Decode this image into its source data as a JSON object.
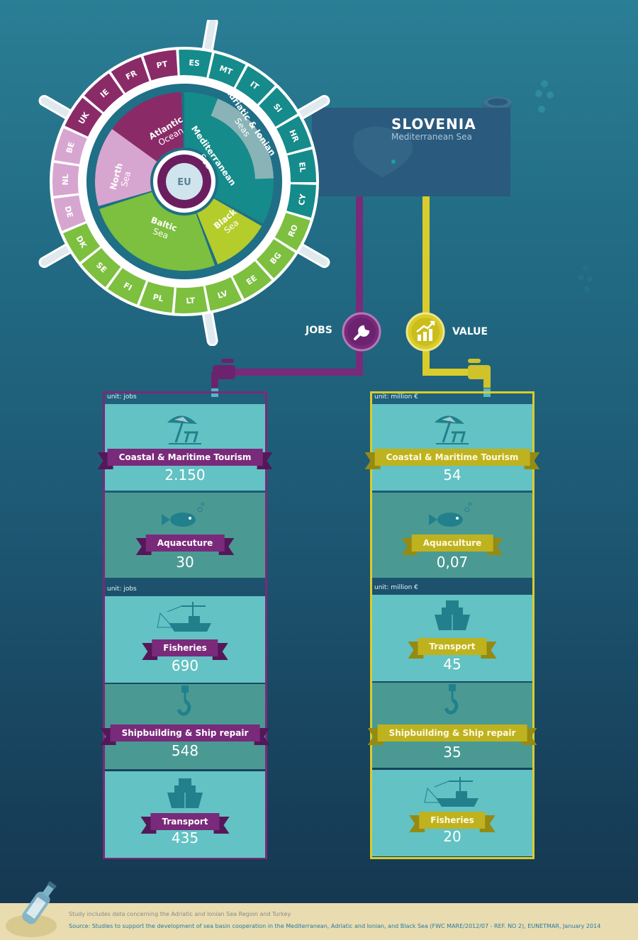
{
  "country": {
    "name": "SLOVENIA",
    "sea": "Mediterranean Sea"
  },
  "wheel": {
    "center": "EU",
    "basins": {
      "atlantic": {
        "bold": "Atlantic",
        "light": "Ocean"
      },
      "north": {
        "bold": "North",
        "light": "Sea"
      },
      "baltic": {
        "bold": "Baltic",
        "light": "Sea"
      },
      "black": {
        "bold": "Black",
        "light": "Sea"
      },
      "mediterranean": {
        "bold": "Mediterranean",
        "light": "Sea"
      },
      "adriatic": {
        "bold": "Adriatic & Ionian",
        "light": "Seas"
      }
    },
    "countries": [
      "ES",
      "MT",
      "IT",
      "SI",
      "HR",
      "EL",
      "CY",
      "RO",
      "BG",
      "EE",
      "LV",
      "LT",
      "PL",
      "FI",
      "SE",
      "DK",
      "DE",
      "NL",
      "BE",
      "UK",
      "IE",
      "FR",
      "PT"
    ],
    "colors": {
      "atlantic": "#8a2b68",
      "north": "#d7a6d0",
      "baltic": "#7dbf3f",
      "black": "#b4cd2b",
      "mediterranean": "#158b8b",
      "adriatic": "#89b3b6"
    }
  },
  "jobs": {
    "label": "JOBS",
    "unit1": "unit: jobs",
    "unit2": "unit: jobs",
    "items": [
      {
        "name": "Coastal & Maritime Tourism",
        "value": "2.150",
        "icon": "beach-umbrella-icon"
      },
      {
        "name": "Aquacuture",
        "value": "30",
        "icon": "fish-icon"
      },
      {
        "name": "Fisheries",
        "value": "690",
        "icon": "fishing-boat-icon"
      },
      {
        "name": "Shipbuilding & Ship repair",
        "value": "548",
        "icon": "crane-hook-icon"
      },
      {
        "name": "Transport",
        "value": "435",
        "icon": "cargo-ship-icon"
      }
    ]
  },
  "value": {
    "label": "VALUE",
    "unit1": "unit: million €",
    "unit2": "unit: million €",
    "items": [
      {
        "name": "Coastal & Maritime Tourism",
        "value": "54",
        "icon": "beach-umbrella-icon"
      },
      {
        "name": "Aquaculture",
        "value": "0,07",
        "icon": "fish-icon"
      },
      {
        "name": "Transport",
        "value": "45",
        "icon": "cargo-ship-icon"
      },
      {
        "name": "Shipbuilding & Ship repair",
        "value": "35",
        "icon": "crane-hook-icon"
      },
      {
        "name": "Fisheries",
        "value": "20",
        "icon": "fishing-boat-icon"
      }
    ]
  },
  "colors": {
    "purple": "#7a2a7a",
    "yellow": "#d9cc2b",
    "light_panel": "#63c2c3",
    "dark_panel": "#4a9a93"
  },
  "footer": {
    "note": "Study includes data concerning the Adriatic and Ionian Sea Region and Turkey",
    "source": "Source: Studies to support the development of sea basin cooperation in the Mediterranean, Adriatic and Ionian, and Black Sea (FWC MARE/2012/07 - REF. NO 2), EUNETMAR, January 2014"
  }
}
